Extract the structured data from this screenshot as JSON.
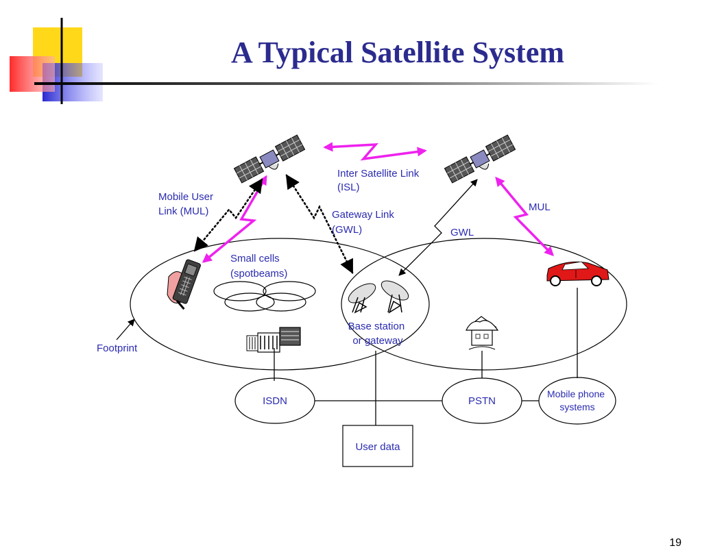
{
  "title": "A Typical Satellite System",
  "labels": {
    "isl": [
      "Inter Satellite Link",
      "(ISL)"
    ],
    "mul_left": [
      "Mobile User",
      "Link (MUL)"
    ],
    "gwl_left": [
      "Gateway Link",
      "(GWL)"
    ],
    "gwl_right": "GWL",
    "mul_right": "MUL",
    "small_cells": [
      "Small cells",
      "(spotbeams)"
    ],
    "base_station": [
      "Base station",
      "or gateway"
    ],
    "footprint": "Footprint",
    "isdn": "ISDN",
    "pstn": "PSTN",
    "mobile_phone_systems": [
      "Mobile phone",
      "systems"
    ],
    "user_data": "User data"
  },
  "page_number": "19",
  "colors": {
    "title": "#2b2b8f",
    "label": "#2b2bb0",
    "link_magenta": "#ee22ee",
    "deco_yellow": "#ffd81a",
    "deco_red": "#ff3b3b",
    "deco_blue": "#3a3ad8",
    "car_red": "#e01818"
  },
  "icons": [
    "satellite-icon",
    "mobile-phone-icon",
    "satellite-dish-icon",
    "car-icon",
    "house-icon",
    "office-building-icon"
  ]
}
